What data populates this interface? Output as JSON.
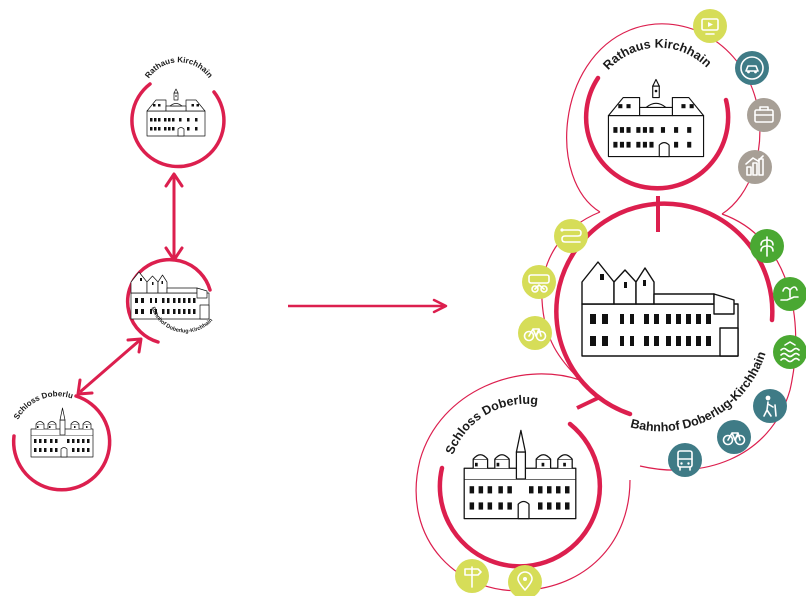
{
  "colors": {
    "accent": "#dc1f4e",
    "lime": "#d6dd58",
    "teal": "#3f7b86",
    "taupe": "#a79f96",
    "green": "#4aa832"
  },
  "small_diagram": {
    "nodes": {
      "rathaus": "Rathaus Kirchhain",
      "bahnhof": "Bahnhof Doberlug-Kirchhain",
      "schloss": "Schloss Doberlug"
    }
  },
  "large_diagram": {
    "nodes": {
      "rathaus": "Rathaus Kirchhain",
      "bahnhof": "Bahnhof Doberlug-Kirchhain",
      "schloss": "Schloss Doberlug"
    },
    "icons": {
      "rathaus": [
        {
          "name": "video-screen-icon",
          "color": "lime"
        },
        {
          "name": "car-sharing-icon",
          "color": "teal"
        },
        {
          "name": "briefcase-icon",
          "color": "taupe"
        },
        {
          "name": "city-growth-icon",
          "color": "taupe"
        }
      ],
      "bahnhof_right": [
        {
          "name": "wheat-icon",
          "color": "green"
        },
        {
          "name": "hand-plant-icon",
          "color": "green"
        },
        {
          "name": "water-waves-icon",
          "color": "green"
        },
        {
          "name": "elderly-person-icon",
          "color": "teal"
        },
        {
          "name": "bicycle-icon",
          "color": "teal"
        },
        {
          "name": "bus-icon",
          "color": "teal"
        }
      ],
      "bahnhof_left": [
        {
          "name": "bike-route-icon",
          "color": "lime"
        },
        {
          "name": "bus-bike-icon",
          "color": "lime"
        },
        {
          "name": "bicycle-icon",
          "color": "lime"
        }
      ],
      "schloss": [
        {
          "name": "signpost-icon",
          "color": "lime"
        },
        {
          "name": "map-pin-icon",
          "color": "lime"
        }
      ]
    }
  }
}
